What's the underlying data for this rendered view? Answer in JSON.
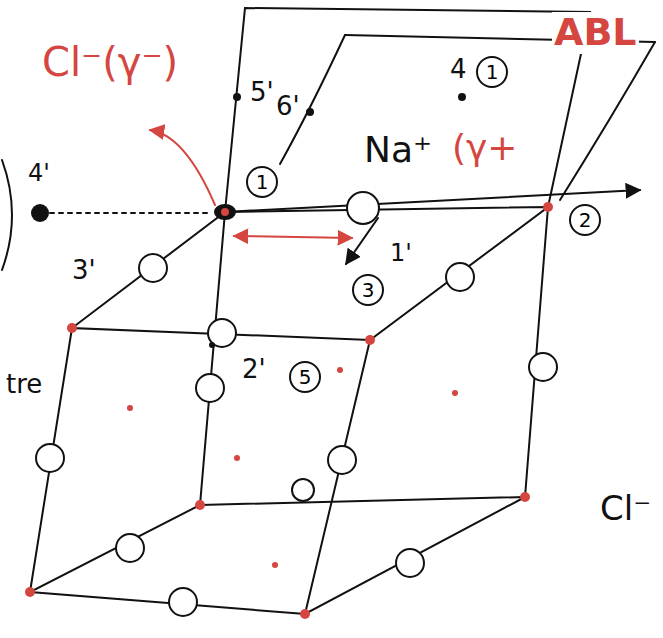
{
  "diagram": {
    "nodes": [
      {
        "text": [
          "1"
        ]
      },
      {
        "text": [
          "1"
        ]
      },
      {
        "text": [
          "2"
        ]
      },
      {
        "text": [
          "3"
        ]
      },
      {
        "text": [
          "5"
        ]
      }
    ],
    "labels": [
      "Cl⁻(γ⁻)",
      "ABL",
      "5'",
      "6'",
      "4",
      "Na⁺",
      "(γ+",
      "4'",
      "3'",
      "1'",
      "2'",
      "tre",
      "Cl⁻"
    ]
  }
}
